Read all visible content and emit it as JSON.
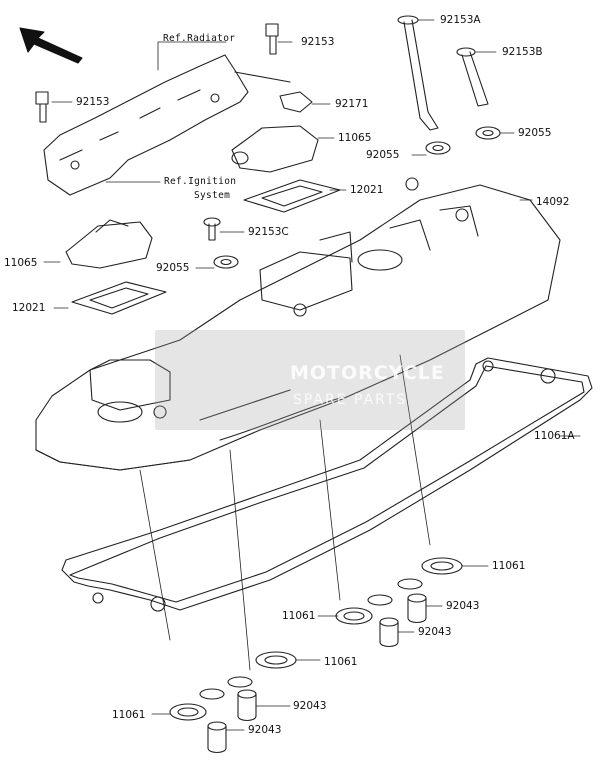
{
  "diagram": {
    "refs": {
      "radiator": "Ref.Radiator",
      "ignition_line1": "Ref.Ignition",
      "ignition_line2": "System"
    },
    "parts": [
      "92153",
      "92153",
      "92153A",
      "92153B",
      "92171",
      "11065",
      "92055",
      "92055",
      "12021",
      "14092",
      "11065",
      "92153C",
      "92055",
      "12021",
      "11061A",
      "11061",
      "11061",
      "92043",
      "92043",
      "11061",
      "11061",
      "92043",
      "92043"
    ],
    "watermark": {
      "title": "MOTORCYCLE",
      "subtitle": "SPARE PARTS"
    }
  }
}
